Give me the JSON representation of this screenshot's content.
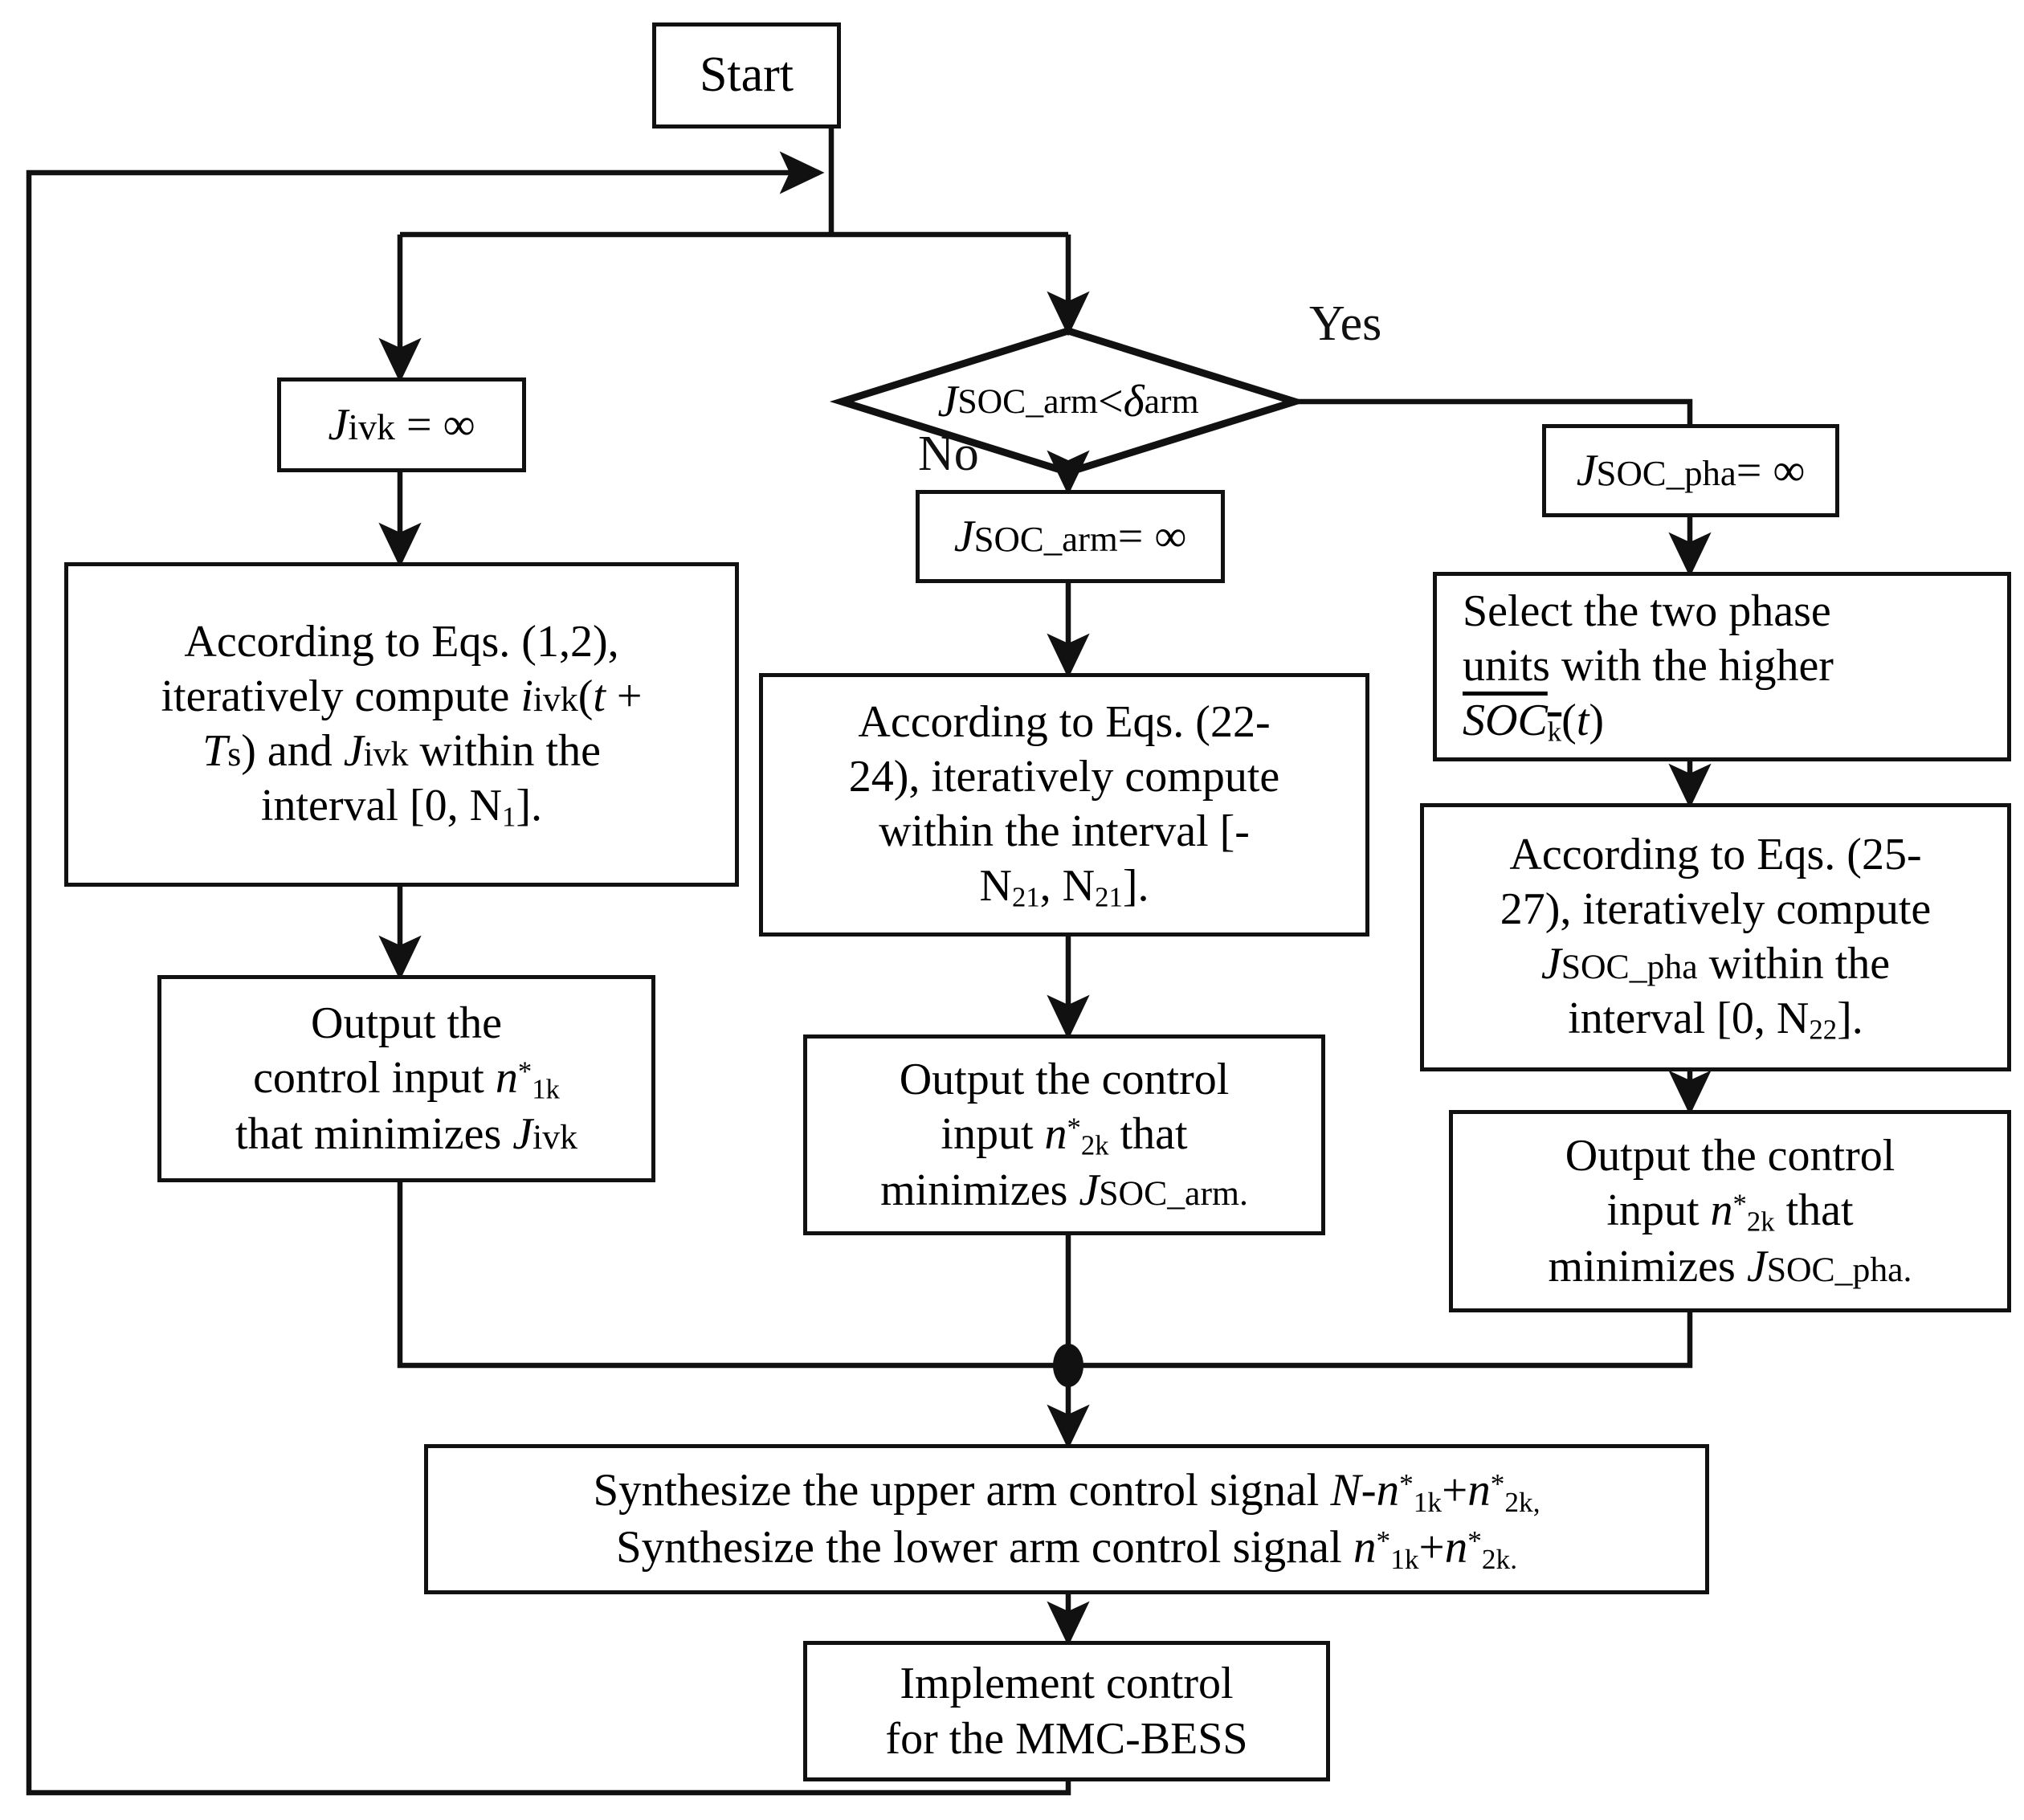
{
  "diagram": {
    "title": "MMC-BESS model predictive control flowchart",
    "type": "flowchart",
    "background": "#ffffff",
    "line_color": "#111111",
    "box_fill": "#ffffff"
  },
  "nodes": {
    "start": {
      "label": "Start",
      "shape": "rect"
    },
    "decision": {
      "label": "J SOC_arm < δ arm",
      "shape": "diamond"
    },
    "yes_label": "Yes",
    "no_label": "No",
    "left_init": {
      "label": "J ivk = ∞",
      "shape": "rect"
    },
    "left_compute": {
      "label": "According to Eqs. (1,2), iteratively compute i ivk ( t + T s ) and J ivk within the interval [0, N 1 ].",
      "shape": "rect"
    },
    "left_output": {
      "label": "Output the control input n*1k that minimizes J ivk",
      "shape": "rect"
    },
    "mid_init": {
      "label": "J SOC_arm = ∞",
      "shape": "rect"
    },
    "mid_compute": {
      "label": "According to Eqs. (22-24), iteratively compute within the interval [-N 21 , N 21 ].",
      "shape": "rect"
    },
    "mid_output": {
      "label": "Output the control input  n*2k that minimizes J SOC_arm.",
      "shape": "rect"
    },
    "right_init": {
      "label": "J SOC_pha = ∞",
      "shape": "rect"
    },
    "right_select": {
      "label": "Select the two phase units with the higher SOC k ( t )",
      "shape": "rect"
    },
    "right_compute": {
      "label": "According to Eqs. (25-27), iteratively compute J SOC_pha within the interval [0, N 22 ].",
      "shape": "rect"
    },
    "right_output": {
      "label": "Output the control input n*2k that minimizes J SOC_pha.",
      "shape": "rect"
    },
    "synthesize": {
      "line1": "Synthesize the upper arm control signal N-n*1k+n*2k,",
      "line2": "Synthesize the lower arm control signal n*1k+n*2k.",
      "shape": "rect"
    },
    "implement": {
      "line1": "Implement control",
      "line2": "for the MMC-BESS",
      "shape": "rect"
    },
    "merge_junction": {
      "label": "merge-dot",
      "shape": "dot"
    }
  },
  "text": {
    "start": "Start",
    "yes": "Yes",
    "no": "No",
    "dec_j": "J",
    "dec_sub1": "SOC_arm",
    "dec_op": " < ",
    "dec_delta": "δ",
    "dec_sub2": "arm",
    "left_init_j": "J",
    "left_init_sub": "ivk",
    "left_init_eq": " = ∞",
    "left_c_l1": "According to Eqs. (1,2),",
    "left_c_l2a": "iteratively compute ",
    "left_c_l2b": "i",
    "left_c_l2c": "ivk",
    "left_c_l2d": "(",
    "left_c_l2e": "t",
    "left_c_l2f": " +",
    "left_c_l3a": "T",
    "left_c_l3b": "s",
    "left_c_l3c": ") and ",
    "left_c_l3d": "J",
    "left_c_l3e": "ivk",
    "left_c_l3f": " within the",
    "left_c_l4a": "interval [0, N",
    "left_c_l4b": "1",
    "left_c_l4c": "].",
    "left_o_l1": "Output the",
    "left_o_l2a": "control input ",
    "left_o_l2b": "n",
    "left_o_l2c": "*",
    "left_o_l2d": "1k",
    "left_o_l3a": "that minimizes ",
    "left_o_l3b": "J",
    "left_o_l3c": "ivk",
    "mid_init_j": "J",
    "mid_init_sub": "SOC_arm",
    "mid_init_eq": "= ∞",
    "mid_c_l1": "According to Eqs. (22-",
    "mid_c_l2": "24), iteratively compute",
    "mid_c_l3": "within the interval [-",
    "mid_c_l4a": "N",
    "mid_c_l4b": "21",
    "mid_c_l4c": ", N",
    "mid_c_l4d": "21",
    "mid_c_l4e": "].",
    "mid_o_l1": "Output the control",
    "mid_o_l2a": "input  ",
    "mid_o_l2b": "n",
    "mid_o_l2c": "*",
    "mid_o_l2d": "2k",
    "mid_o_l2e": " that",
    "mid_o_l3a": "minimizes ",
    "mid_o_l3b": "J",
    "mid_o_l3c": "SOC_arm.",
    "right_init_j": "J",
    "right_init_sub": "SOC_pha",
    "right_init_eq": "= ∞",
    "right_s_l1": "Select  the  two  phase",
    "right_s_l2": "units with the higher",
    "right_s_l3a": "SOC",
    "right_s_l3b": "k",
    "right_s_l3c": "(",
    "right_s_l3d": "t",
    "right_s_l3e": ")",
    "right_c_l1": "According to Eqs. (25-",
    "right_c_l2": "27), iteratively compute",
    "right_c_l3a": "J",
    "right_c_l3b": "SOC_pha",
    "right_c_l3c": " within the",
    "right_c_l4a": "interval [0, N",
    "right_c_l4b": "22",
    "right_c_l4c": "].",
    "right_o_l1": "Output the control",
    "right_o_l2a": "input ",
    "right_o_l2b": "n",
    "right_o_l2c": "*",
    "right_o_l2d": "2k",
    "right_o_l2e": " that",
    "right_o_l3a": "minimizes ",
    "right_o_l3b": "J",
    "right_o_l3c": "SOC_pha.",
    "syn_l1a": "Synthesize the upper arm control signal ",
    "syn_l1b": "N",
    "syn_l1c": "-",
    "syn_l1d": "n",
    "syn_l1e": "*",
    "syn_l1f": "1k",
    "syn_l1g": "+",
    "syn_l1h": "n",
    "syn_l1i": "*",
    "syn_l1j": "2k,",
    "syn_l2a": "Synthesize the lower arm control signal ",
    "syn_l2b": "n",
    "syn_l2c": "*",
    "syn_l2d": "1k",
    "syn_l2e": "+",
    "syn_l2f": "n",
    "syn_l2g": "*",
    "syn_l2h": "2k.",
    "imp_l1": "Implement control",
    "imp_l2": "for the MMC-BESS"
  }
}
